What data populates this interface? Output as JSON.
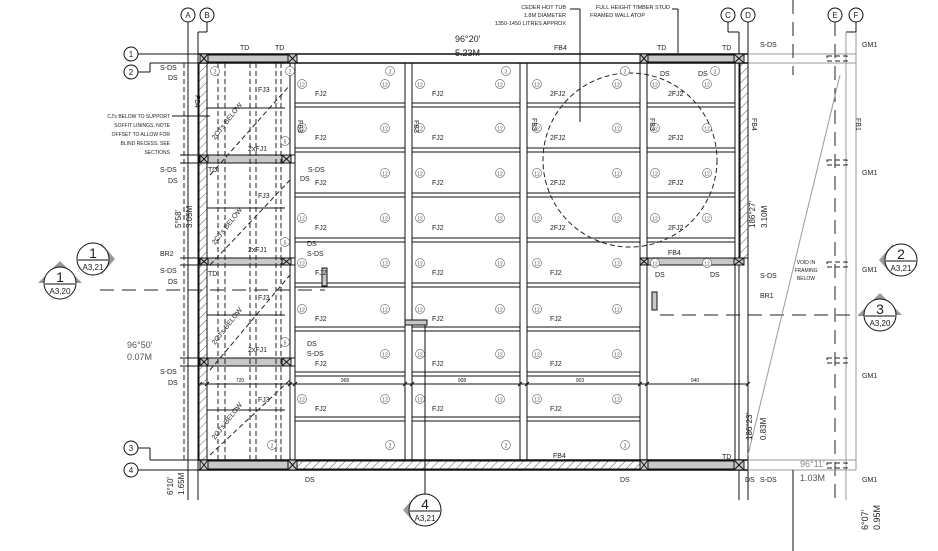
{
  "grid": {
    "cols": [
      "A",
      "B",
      "C",
      "D",
      "E",
      "F"
    ],
    "rows": [
      "1",
      "2",
      "3",
      "4"
    ]
  },
  "sections": [
    {
      "num": "1",
      "sheet": "A3,21"
    },
    {
      "num": "1",
      "sheet": "A3,20"
    },
    {
      "num": "2",
      "sheet": "A3,21"
    },
    {
      "num": "3",
      "sheet": "A3,20"
    },
    {
      "num": "4",
      "sheet": "A3,21"
    }
  ],
  "notes": {
    "hot_tub": [
      "CEDER HOT TUB",
      "1.8M DIAMETER",
      "1350-1450 LITRES APPROX"
    ],
    "stud_wall": [
      "FULL HEIGHT TIMBER STUD",
      "FRAMED WALL ATOP"
    ],
    "ceiling_joists": [
      "CJ's BELOW TO SUPPORT",
      "SOFFIT LININGS, NOTE",
      "OFFSET TO ALLOW FOR",
      "BLIND RECESS, SEE",
      "SECTIONS"
    ],
    "void": [
      "VOID IN",
      "FRAMING",
      "BELOW"
    ]
  },
  "dimensions": {
    "top": [
      "96°20'",
      "5.23M"
    ],
    "left": [
      "5°58'",
      "3.05M"
    ],
    "left_lower": [
      "96°50'",
      "0.07M"
    ],
    "right": [
      "186°27'",
      "3.10M"
    ],
    "right_lower": [
      "186°23'",
      "0.83M"
    ],
    "bottom_right": [
      "96°11'",
      "1.03M"
    ],
    "far_right": [
      "6°07'",
      "0.95M"
    ],
    "bottom_left": [
      "6°10'",
      "1.65M"
    ],
    "spacings": [
      "720",
      "968",
      "908",
      "903",
      "940"
    ]
  },
  "members": {
    "fb4": "FB4",
    "fb3": "FB3",
    "fb1": "FB1",
    "fj2": "FJ2",
    "two_fj2": "2FJ2",
    "two_fj1": "2xFJ1",
    "fj3": "FJ3",
    "br1": "BR1",
    "br2": "BR2",
    "gm1": "GM1",
    "td": "TD",
    "ds": "DS",
    "sds": "S-DS",
    "cj_below": "2CJ's BELOW",
    "marker_12": "12",
    "marker_2": "2",
    "marker_5": "5"
  }
}
